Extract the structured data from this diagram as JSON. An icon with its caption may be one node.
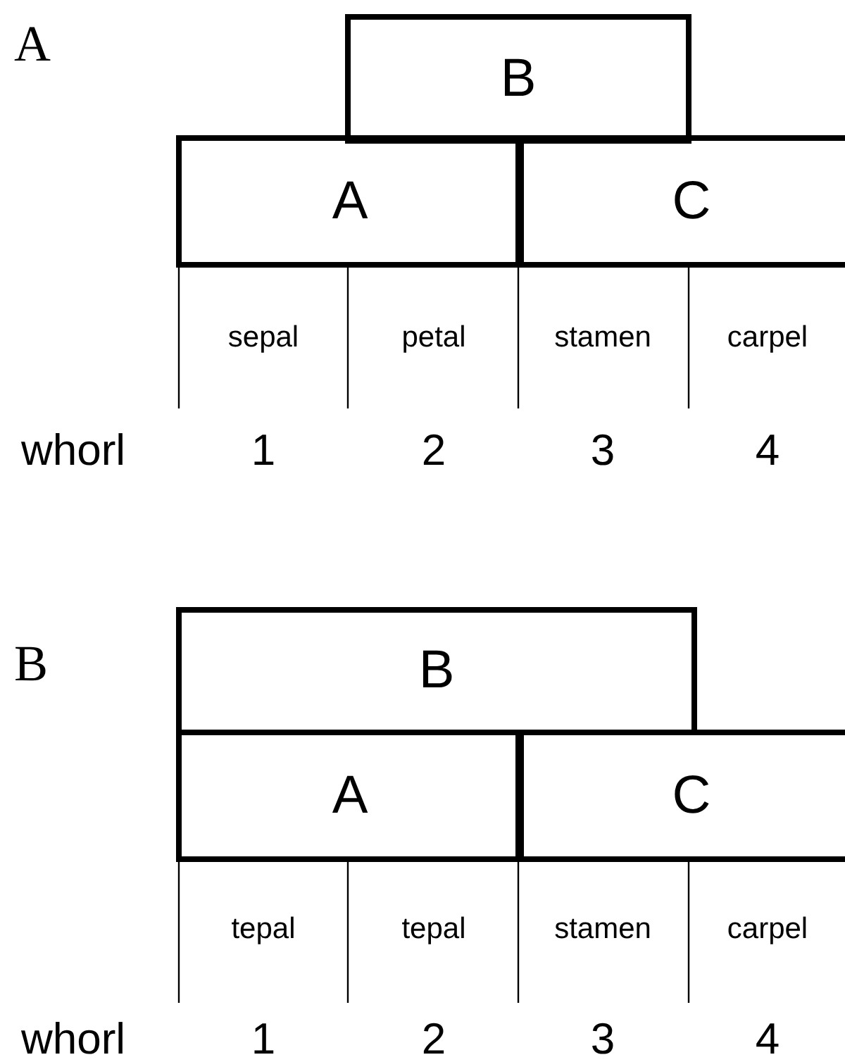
{
  "diagram": {
    "nodes": [
      {
        "text": [
          "B"
        ]
      },
      {
        "text": [
          "A"
        ]
      },
      {
        "text": [
          "C"
        ]
      },
      {
        "text": [
          "B"
        ]
      },
      {
        "text": [
          "A"
        ]
      },
      {
        "text": [
          "C"
        ]
      }
    ],
    "labels": [
      "A",
      "sepal",
      "petal",
      "stamen",
      "carpel",
      "whorl",
      "1",
      "2",
      "3",
      "4",
      "B",
      "tepal",
      "tepal",
      "stamen",
      "carpel",
      "whorl",
      "1",
      "2",
      "3",
      "4"
    ]
  }
}
